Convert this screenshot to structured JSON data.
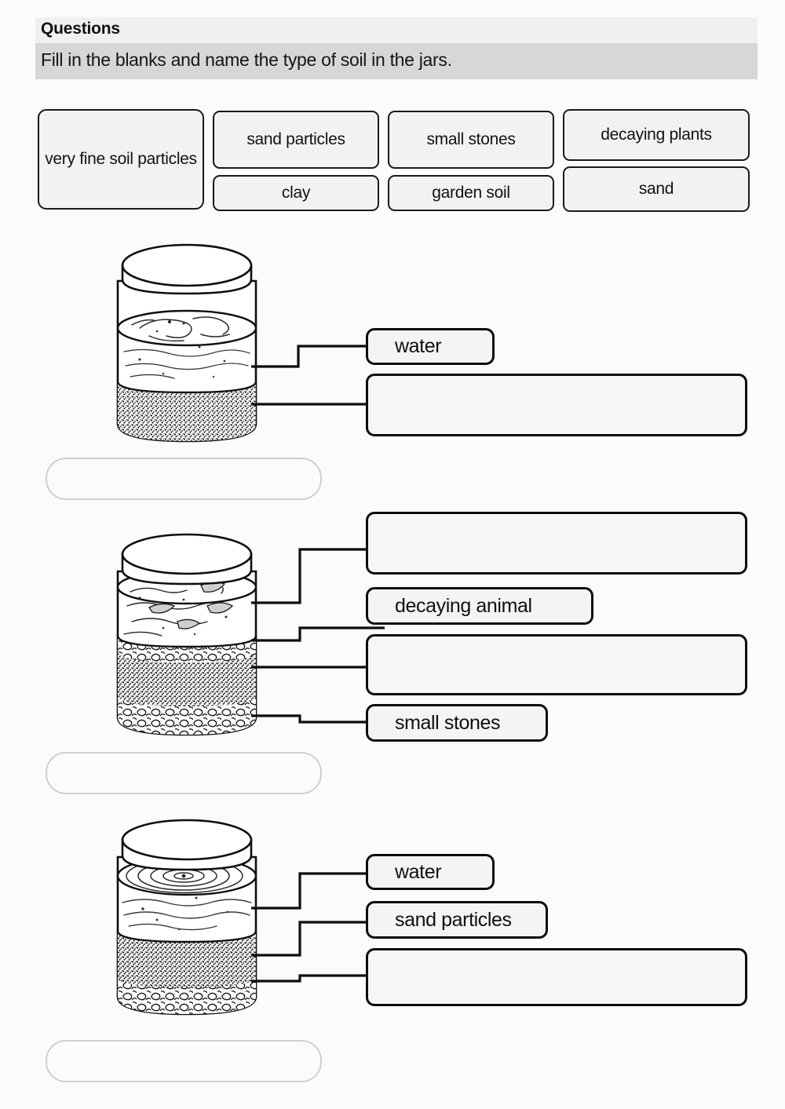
{
  "header": {
    "title": "Questions",
    "instruction": "Fill in the blanks and name the type of soil in the jars."
  },
  "word_bank": {
    "items": [
      {
        "label": "very fine soil particles"
      },
      {
        "label": "sand particles"
      },
      {
        "label": "small stones"
      },
      {
        "label": "decaying plants"
      },
      {
        "label": "clay"
      },
      {
        "label": "garden soil"
      },
      {
        "label": "sand"
      }
    ]
  },
  "jars": [
    {
      "name": "jar-1",
      "layers": [
        "water",
        "sediment"
      ],
      "answers": [
        {
          "value": "water",
          "filled": true
        },
        {
          "value": "",
          "filled": false
        }
      ],
      "soil_type": {
        "value": "",
        "filled": false
      }
    },
    {
      "name": "jar-2",
      "layers": [
        "water",
        "decaying-matter",
        "sand",
        "stones"
      ],
      "answers": [
        {
          "value": "",
          "filled": false
        },
        {
          "value": "decaying animal",
          "filled": true
        },
        {
          "value": "",
          "filled": false
        },
        {
          "value": "small stones",
          "filled": true
        }
      ],
      "soil_type": {
        "value": "",
        "filled": false
      }
    },
    {
      "name": "jar-3",
      "layers": [
        "water",
        "sand",
        "stones"
      ],
      "answers": [
        {
          "value": "water",
          "filled": true
        },
        {
          "value": "sand particles",
          "filled": true
        },
        {
          "value": "",
          "filled": false
        }
      ],
      "soil_type": {
        "value": "",
        "filled": false
      }
    }
  ],
  "colors": {
    "page_background": "#fbfbfb",
    "header_title_band": "#f0f0f0",
    "header_instruction_band": "#d7d7d7",
    "chip_fill": "#f2f2f2",
    "chip_border": "#1a1a1a",
    "answer_border": "#0d0d0d",
    "soilbox_border": "#cfcfcf",
    "ink": "#101010"
  }
}
